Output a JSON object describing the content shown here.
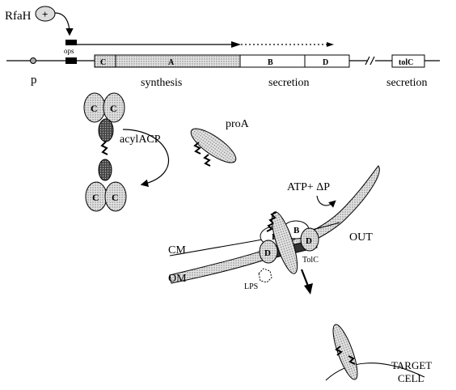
{
  "operon": {
    "regulator": "RfaH",
    "regulator_symbol": "+",
    "ops": "ops",
    "promoter": "p",
    "genes": [
      {
        "label": "C"
      },
      {
        "label": "A"
      },
      {
        "label": "B"
      },
      {
        "label": "D"
      }
    ],
    "tolc_gene": "tolC",
    "captions": {
      "synthesis": "synthesis",
      "secretion": "secretion",
      "tolc_secretion": "secretion"
    }
  },
  "activation": {
    "acyl_acp": "acylACP",
    "enzyme": "C",
    "proA": "proA"
  },
  "membrane": {
    "energy": "ATP+ ΔP",
    "out": "OUT",
    "cm": "CM",
    "om": "OM",
    "lps": "LPS",
    "tolc": "TolC",
    "b": "B",
    "d": "D"
  },
  "target": {
    "line1": "TARGET",
    "line2": "CELL"
  },
  "colors": {
    "stroke": "#000000",
    "shaded": "#d6d6d6",
    "dark": "#3a3a3a",
    "fill_light": "#eaeaea"
  }
}
